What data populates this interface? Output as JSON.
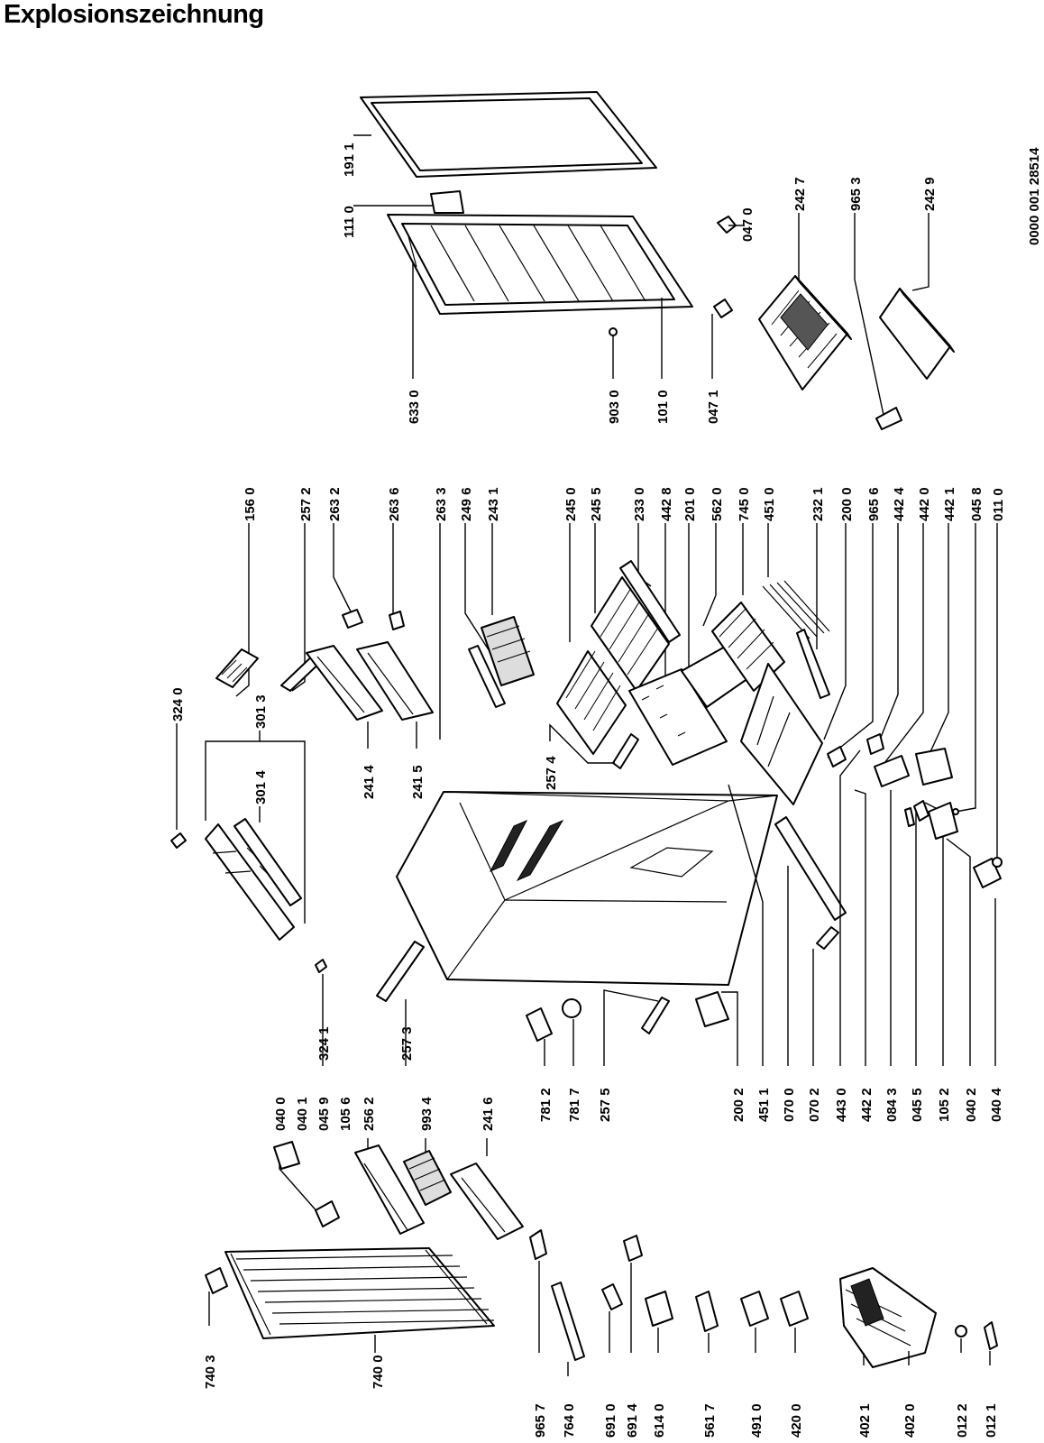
{
  "title": "Explosionszeichnung",
  "document_number": "0000 001 28514",
  "parts": {
    "p1911": "191 1",
    "p1110": "111 0",
    "p0470": "047 0",
    "p2427": "242 7",
    "p9653": "965 3",
    "p2429": "242 9",
    "p6330": "633 0",
    "p9030": "903 0",
    "p1010": "101 0",
    "p0471": "047 1",
    "p1560": "156 0",
    "p2572": "257 2",
    "p2632": "263 2",
    "p2636": "263 6",
    "p2633": "263 3",
    "p2496": "249 6",
    "p2431": "243 1",
    "p2450": "245 0",
    "p2455": "245 5",
    "p2330": "233 0",
    "p4428": "442 8",
    "p2010": "201 0",
    "p5620": "562 0",
    "p7450": "745 0",
    "p4510": "451 0",
    "p2321": "232 1",
    "p2000": "200 0",
    "p9656": "965 6",
    "p4424": "442 4",
    "p4420": "442 0",
    "p4421": "442 1",
    "p0458": "045 8",
    "p0110": "011 0",
    "p3240": "324 0",
    "p3013": "301 3",
    "p3014": "301 4",
    "p2414": "241 4",
    "p2415": "241 5",
    "p2574": "257 4",
    "p3241": "324 1",
    "p2573": "257 3",
    "p7812": "781 2",
    "p7817": "781 7",
    "p2575": "257 5",
    "p2002": "200 2",
    "p4511": "451 1",
    "p0700": "070 0",
    "p0702": "070 2",
    "p4430": "443 0",
    "p4422": "442 2",
    "p0843": "084 3",
    "p0455": "045 5",
    "p1052": "105 2",
    "p0402": "040 2",
    "p0404": "040 4",
    "p0400": "040 0",
    "p0401": "040 1",
    "p0459": "045 9",
    "p1056": "105 6",
    "p2562": "256 2",
    "p9934": "993 4",
    "p2416": "241 6",
    "p7403": "740 3",
    "p7400": "740 0",
    "p9657": "965 7",
    "p7640": "764 0",
    "p6910": "691 0",
    "p6914": "691 4",
    "p6140": "614 0",
    "p5617": "561 7",
    "p4910": "491 0",
    "p4200": "420 0",
    "p4021": "402 1",
    "p4020": "402 0",
    "p0122": "012 2",
    "p0121": "012 1"
  }
}
